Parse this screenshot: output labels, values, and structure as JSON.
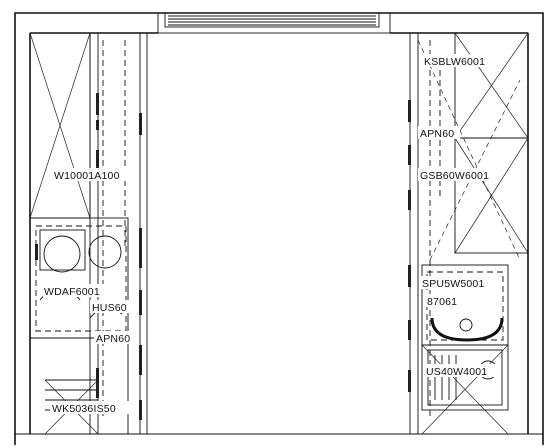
{
  "labels": {
    "left_tall": "W10001A100",
    "left_washer": "WDAF6001",
    "left_hus": "HUS60",
    "left_apn": "APN60",
    "left_sink": "WK5036IS50",
    "right_top": "KSBLW6001",
    "right_apn": "APN60",
    "right_gsb": "GSB60W6001",
    "right_spu": "SPU5W5001",
    "right_code": "87061",
    "right_us": "US40W4001"
  }
}
